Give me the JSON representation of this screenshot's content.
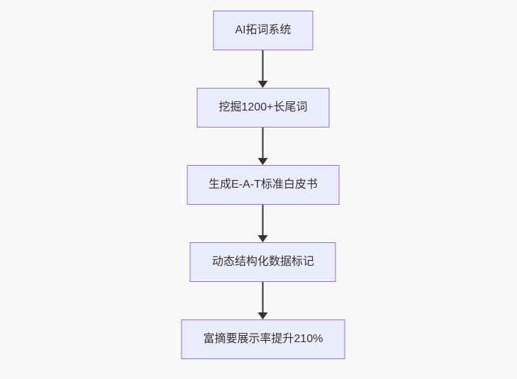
{
  "diagram": {
    "type": "flowchart",
    "direction": "top-down",
    "nodes": [
      {
        "id": "A",
        "label": "AI拓词系统"
      },
      {
        "id": "B",
        "label": "挖掘1200+长尾词"
      },
      {
        "id": "C",
        "label": "生成E-A-T标准白皮书"
      },
      {
        "id": "D",
        "label": "动态结构化数据标记"
      },
      {
        "id": "E",
        "label": "富摘要展示率提升210%"
      }
    ],
    "edges": [
      {
        "from": "A",
        "to": "B"
      },
      {
        "from": "B",
        "to": "C"
      },
      {
        "from": "C",
        "to": "D"
      },
      {
        "from": "D",
        "to": "E"
      }
    ],
    "colors": {
      "node_fill": "#ECECFF",
      "node_border": "#9370DB",
      "arrow": "#333333",
      "text": "#333333",
      "background": "#f8f8f8"
    }
  }
}
